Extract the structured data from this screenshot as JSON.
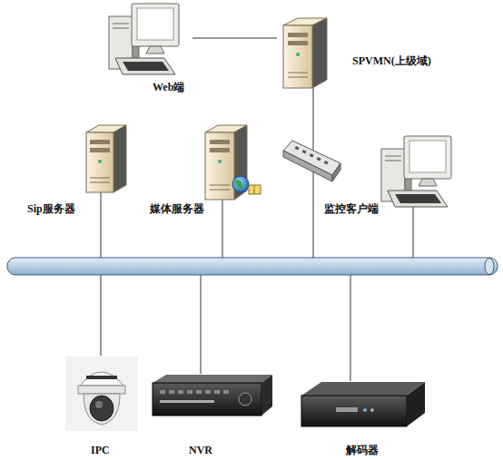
{
  "diagram": {
    "nodes": [
      {
        "text": [
          "Web端"
        ]
      },
      {
        "text": [
          "SPVMN(上级域)"
        ]
      },
      {
        "text": [
          "Sip服务器"
        ]
      },
      {
        "text": [
          "媒体服务器"
        ]
      },
      {
        "text": [
          "监控客户端"
        ]
      },
      {
        "text": [
          "IPC"
        ]
      },
      {
        "text": [
          "NVR"
        ]
      },
      {
        "text": [
          "解码器"
        ]
      }
    ],
    "edges": [
      {
        "from": 0,
        "to": 1,
        "arrow": "none"
      }
    ]
  }
}
